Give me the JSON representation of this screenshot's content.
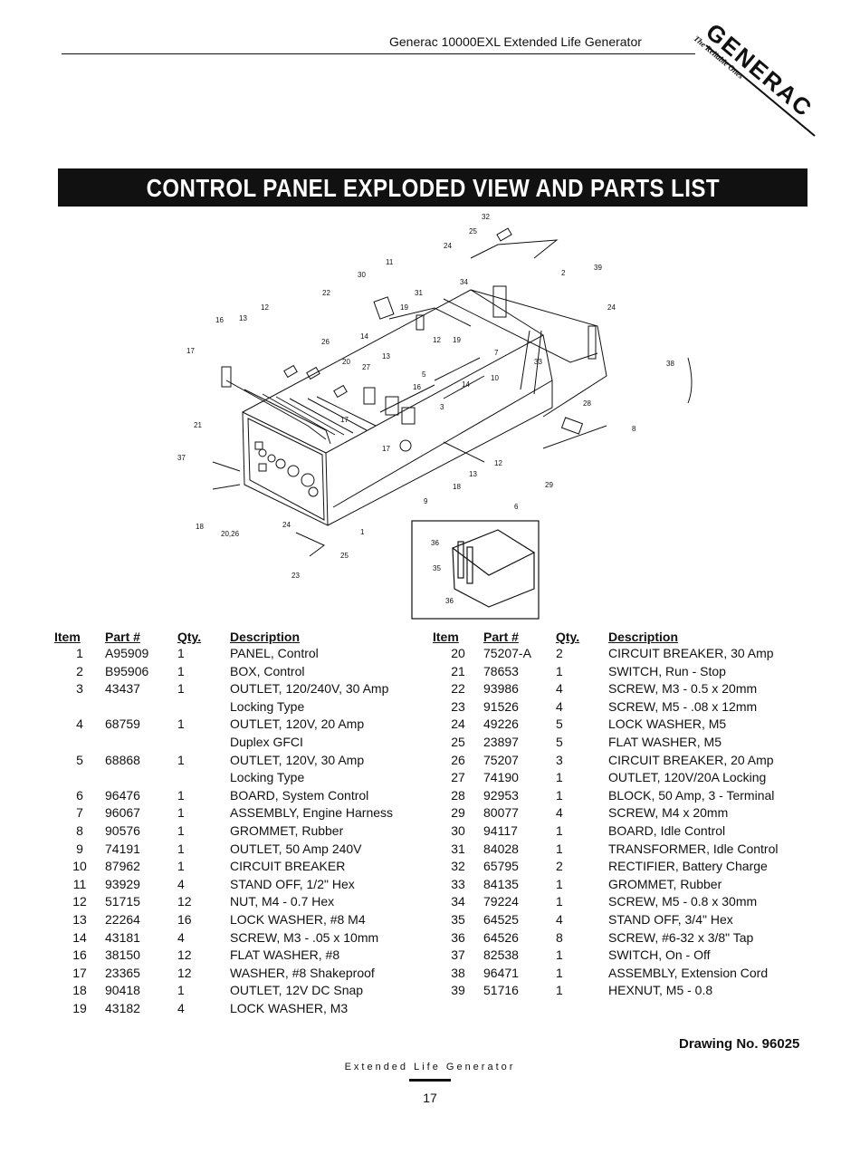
{
  "header": {
    "title": "Generac 10000EXL  Extended Life Generator"
  },
  "logo": {
    "brand": "GENERAC",
    "tagline": "The Reliable Ones"
  },
  "banner": {
    "title": "CONTROL PANEL EXPLODED VIEW AND PARTS LIST"
  },
  "columns": {
    "item": "Item",
    "part": "Part #",
    "qty": "Qty.",
    "desc": "Description"
  },
  "parts_left": [
    {
      "item": "1",
      "part": "A95909",
      "qty": "1",
      "desc": "PANEL, Control"
    },
    {
      "item": "2",
      "part": "B95906",
      "qty": "1",
      "desc": "BOX, Control"
    },
    {
      "item": "3",
      "part": "43437",
      "qty": "1",
      "desc": "OUTLET, 120/240V, 30 Amp"
    },
    {
      "item": "",
      "part": "",
      "qty": "",
      "desc": "Locking Type"
    },
    {
      "item": "4",
      "part": "68759",
      "qty": "1",
      "desc": "OUTLET, 120V, 20 Amp"
    },
    {
      "item": "",
      "part": "",
      "qty": "",
      "desc": "Duplex GFCI"
    },
    {
      "item": "5",
      "part": "68868",
      "qty": "1",
      "desc": "OUTLET, 120V, 30 Amp"
    },
    {
      "item": "",
      "part": "",
      "qty": "",
      "desc": "Locking Type"
    },
    {
      "item": "6",
      "part": "96476",
      "qty": "1",
      "desc": "BOARD, System Control"
    },
    {
      "item": "7",
      "part": "96067",
      "qty": "1",
      "desc": "ASSEMBLY, Engine Harness"
    },
    {
      "item": "8",
      "part": "90576",
      "qty": "1",
      "desc": "GROMMET, Rubber"
    },
    {
      "item": "9",
      "part": "74191",
      "qty": "1",
      "desc": "OUTLET, 50 Amp 240V"
    },
    {
      "item": "10",
      "part": "87962",
      "qty": "1",
      "desc": "CIRCUIT BREAKER"
    },
    {
      "item": "11",
      "part": "93929",
      "qty": "4",
      "desc": "STAND OFF, 1/2\" Hex"
    },
    {
      "item": "12",
      "part": "51715",
      "qty": "12",
      "desc": "NUT, M4 - 0.7 Hex"
    },
    {
      "item": "13",
      "part": "22264",
      "qty": "16",
      "desc": "LOCK WASHER, #8 M4"
    },
    {
      "item": "14",
      "part": "43181",
      "qty": "4",
      "desc": "SCREW, M3 - .05 x 10mm"
    },
    {
      "item": "16",
      "part": "38150",
      "qty": "12",
      "desc": "FLAT WASHER, #8"
    },
    {
      "item": "17",
      "part": "23365",
      "qty": "12",
      "desc": "WASHER, #8 Shakeproof"
    },
    {
      "item": "18",
      "part": "90418",
      "qty": "1",
      "desc": "OUTLET, 12V DC Snap"
    },
    {
      "item": "19",
      "part": "43182",
      "qty": "4",
      "desc": "LOCK WASHER, M3"
    }
  ],
  "parts_right": [
    {
      "item": "20",
      "part": "75207-A",
      "qty": "2",
      "desc": "CIRCUIT BREAKER, 30 Amp"
    },
    {
      "item": "21",
      "part": "78653",
      "qty": "1",
      "desc": "SWITCH, Run - Stop"
    },
    {
      "item": "22",
      "part": "93986",
      "qty": "4",
      "desc": "SCREW, M3 - 0.5 x 20mm"
    },
    {
      "item": "23",
      "part": "91526",
      "qty": "4",
      "desc": "SCREW, M5 - .08 x 12mm"
    },
    {
      "item": "24",
      "part": "49226",
      "qty": "5",
      "desc": "LOCK WASHER, M5"
    },
    {
      "item": "25",
      "part": "23897",
      "qty": "5",
      "desc": "FLAT WASHER, M5"
    },
    {
      "item": "26",
      "part": "75207",
      "qty": "3",
      "desc": "CIRCUIT BREAKER, 20 Amp"
    },
    {
      "item": "27",
      "part": "74190",
      "qty": "1",
      "desc": "OUTLET, 120V/20A Locking"
    },
    {
      "item": "28",
      "part": "92953",
      "qty": "1",
      "desc": "BLOCK, 50 Amp, 3 - Terminal"
    },
    {
      "item": "29",
      "part": "80077",
      "qty": "4",
      "desc": "SCREW, M4 x 20mm"
    },
    {
      "item": "30",
      "part": "94117",
      "qty": "1",
      "desc": "BOARD, Idle Control"
    },
    {
      "item": "31",
      "part": "84028",
      "qty": "1",
      "desc": "TRANSFORMER, Idle Control"
    },
    {
      "item": "32",
      "part": "65795",
      "qty": "2",
      "desc": "RECTIFIER, Battery Charge"
    },
    {
      "item": "33",
      "part": "84135",
      "qty": "1",
      "desc": "GROMMET, Rubber"
    },
    {
      "item": "34",
      "part": "79224",
      "qty": "1",
      "desc": "SCREW, M5 - 0.8 x 30mm"
    },
    {
      "item": "35",
      "part": "64525",
      "qty": "4",
      "desc": "STAND OFF, 3/4\" Hex"
    },
    {
      "item": "36",
      "part": "64526",
      "qty": "8",
      "desc": "SCREW, #6-32 x 3/8\" Tap"
    },
    {
      "item": "37",
      "part": "82538",
      "qty": "1",
      "desc": "SWITCH, On - Off"
    },
    {
      "item": "38",
      "part": "96471",
      "qty": "1",
      "desc": "ASSEMBLY, Extension Cord"
    },
    {
      "item": "39",
      "part": "51716",
      "qty": "1",
      "desc": "HEXNUT, M5 - 0.8"
    }
  ],
  "callouts": [
    "32",
    "25",
    "24",
    "11",
    "30",
    "34",
    "2",
    "39",
    "22",
    "31",
    "12",
    "19",
    "24",
    "16",
    "13",
    "14",
    "12",
    "19",
    "17",
    "26",
    "13",
    "7",
    "33",
    "38",
    "20",
    "27",
    "16",
    "10",
    "5",
    "14",
    "3",
    "28",
    "21",
    "17",
    "8",
    "17",
    "12",
    "37",
    "13",
    "29",
    "18",
    "9",
    "6",
    "18",
    "20,26",
    "24",
    "1",
    "36",
    "25",
    "35",
    "23",
    "36"
  ],
  "drawing": {
    "label": "Drawing No. 96025"
  },
  "footer": {
    "text": "Extended Life Generator",
    "page": "17"
  }
}
